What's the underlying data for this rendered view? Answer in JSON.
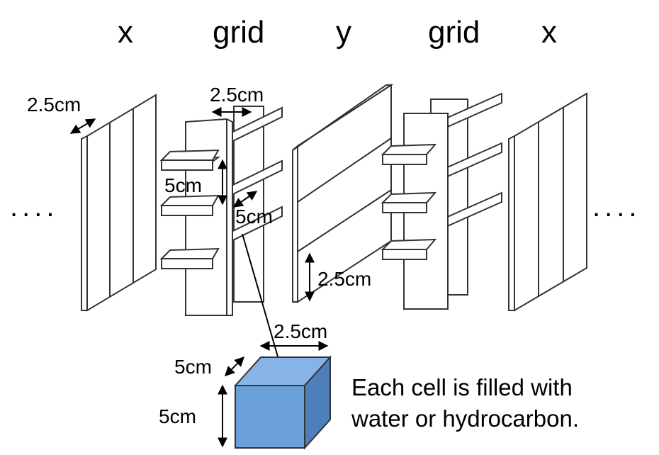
{
  "layer_labels": [
    "x",
    "grid",
    "y",
    "grid",
    "x"
  ],
  "ellipsis": "....",
  "dimensions": {
    "x_plate_thickness": "2.5cm",
    "grid_wall_spacing": "2.5cm",
    "grid_shelf_height": "5cm",
    "grid_shelf_depth": "5cm",
    "y_bar_height": "2.5cm",
    "cell_width": "2.5cm",
    "cell_depth": "5cm",
    "cell_height": "5cm"
  },
  "caption": {
    "line1": "Each cell is filled with",
    "line2": "water or hydrocarbon."
  },
  "colors": {
    "cell_front": "#6a9fd8",
    "cell_top": "#86b4e6",
    "cell_side": "#4f7fb8",
    "outline": "#333333"
  }
}
